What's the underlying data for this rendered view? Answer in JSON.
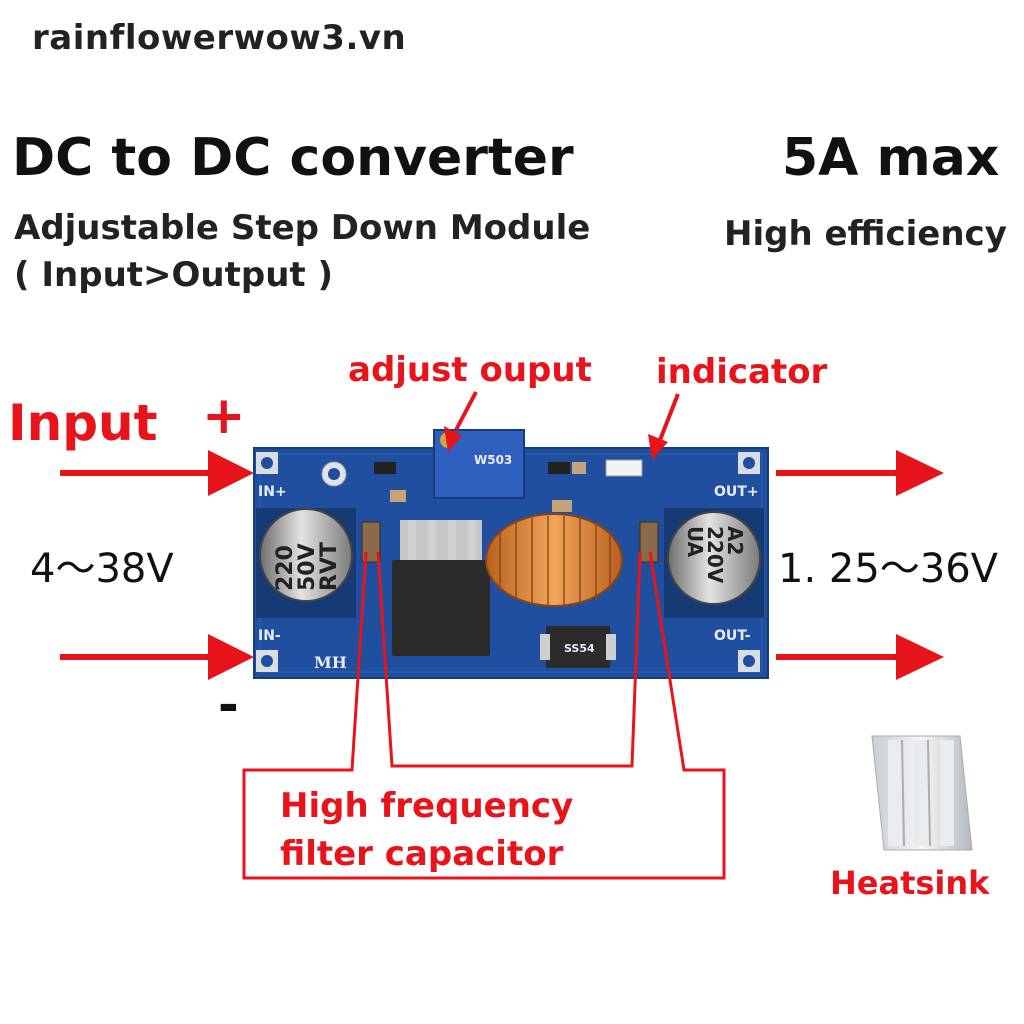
{
  "watermark": "rainflowerwow3.vn",
  "heading": {
    "title": "DC to DC converter",
    "subtitle": "Adjustable Step Down Module",
    "subtitle_note": "( Input>Output )",
    "current": "5A max",
    "efficiency": "High efficiency"
  },
  "labels": {
    "adjust": "adjust ouput",
    "indicator": "indicator",
    "input": "Input",
    "plus": "+",
    "minus": "-",
    "input_voltage": "4～38V",
    "output_voltage": "1. 25～36V",
    "filter_line1": "High frequency",
    "filter_line2": "filter capacitor",
    "heatsink": "Heatsink"
  },
  "board": {
    "in_plus": "IN+",
    "in_minus": "IN-",
    "out_plus": "OUT+",
    "out_minus": "OUT-",
    "maker": "MH",
    "cap_left_1": "220",
    "cap_left_2": "50V",
    "cap_left_3": "RVT",
    "cap_right_1": "A2",
    "cap_right_2": "220V",
    "cap_right_3": "UA",
    "trimmer": "W503",
    "diode": "SS54"
  },
  "colors": {
    "accent_red": "#e8141c",
    "pcb_blue": "#1f4f9e",
    "copper": "#d9843a"
  }
}
